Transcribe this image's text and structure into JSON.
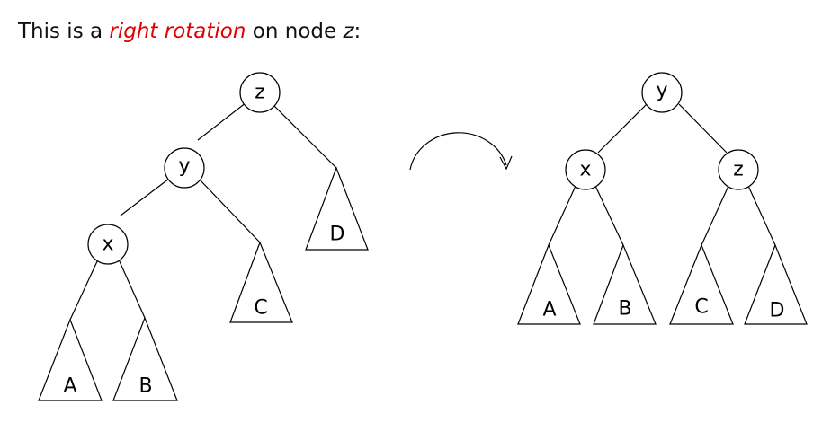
{
  "title": {
    "prefix": "This is a ",
    "emphasis": "right rotation",
    "middle": " on node ",
    "node": "z",
    "suffix": ":"
  },
  "colors": {
    "emphasis": "#e00000",
    "ink": "#000000",
    "background": "#ffffff"
  },
  "rotation_arrow_icon": "clockwise-arc-arrow",
  "before_tree": {
    "nodes": {
      "z": "z",
      "y": "y",
      "x": "x"
    },
    "subtrees": {
      "A": "A",
      "B": "B",
      "C": "C",
      "D": "D"
    }
  },
  "after_tree": {
    "nodes": {
      "y": "y",
      "x": "x",
      "z": "z"
    },
    "subtrees": {
      "A": "A",
      "B": "B",
      "C": "C",
      "D": "D"
    }
  }
}
